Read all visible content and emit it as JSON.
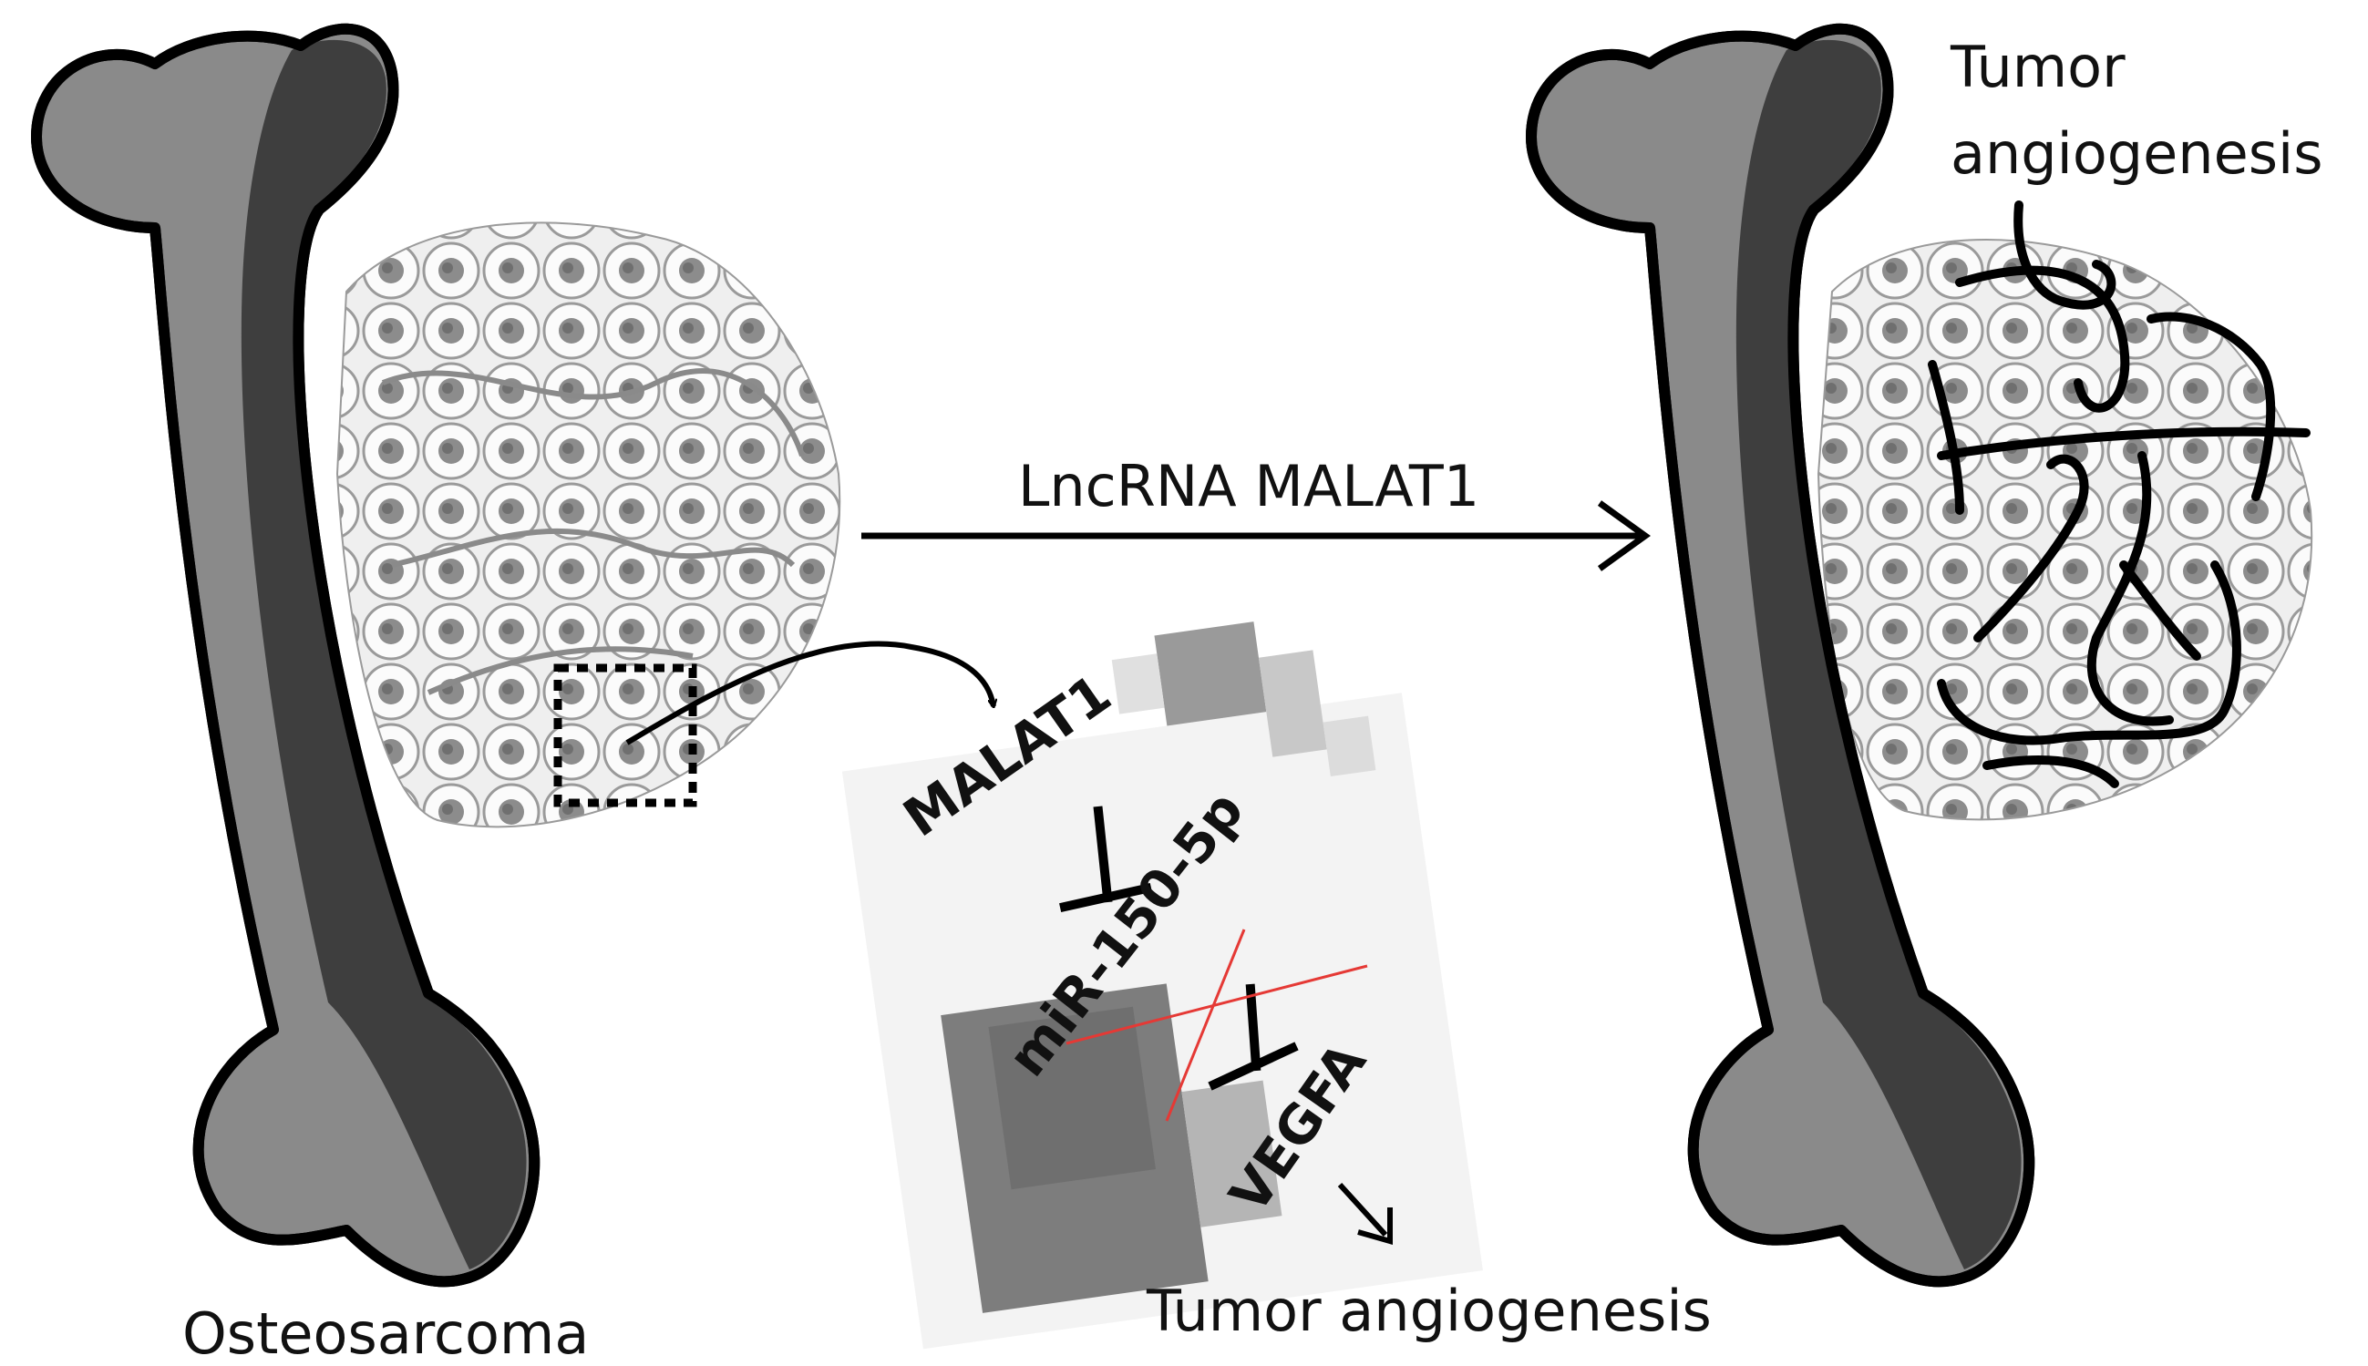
{
  "labels": {
    "osteosarcoma": "Osteosarcoma",
    "arrow_label": "LncRNA MALAT1",
    "right_title_line1": "Tumor",
    "right_title_line2": "angiogenesis",
    "pathway_outcome": "Tumor angiogenesis"
  },
  "pathway": {
    "malat1": "MALAT1",
    "mir": "miR-150-5p",
    "vegfa": "VEGFA"
  },
  "colors": {
    "bone_light": "#8a8a8a",
    "bone_dark": "#3a3a3a",
    "outline": "#000000",
    "cross": "#e53935"
  }
}
